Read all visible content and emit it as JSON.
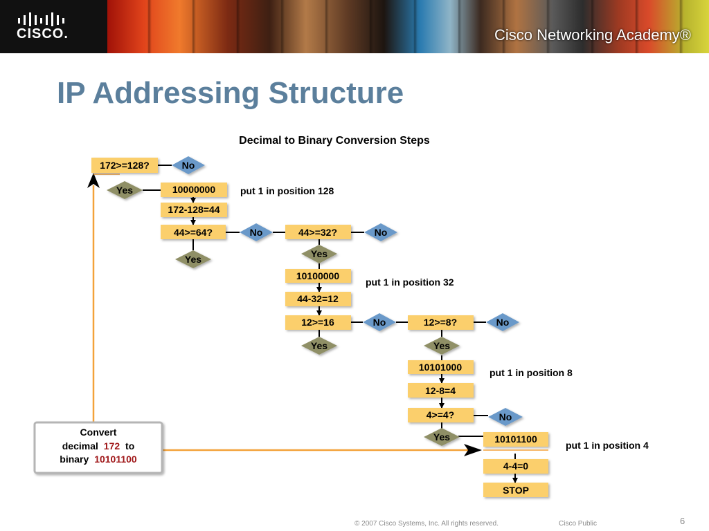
{
  "banner": {
    "logo_text": "CISCO.",
    "academy_text": "Cisco Networking Academy®"
  },
  "slide": {
    "title": "IP Addressing Structure",
    "page_number": "6"
  },
  "diagram": {
    "heading": "Decimal to Binary Conversion Steps",
    "steps": {
      "q1": "172>=128?",
      "no1": "No",
      "yes1": "Yes",
      "val1": "10000000",
      "note1": "put 1 in position 128",
      "sub1": "172-128=44",
      "q2": "44>=64?",
      "no2": "No",
      "yes2": "Yes",
      "q3": "44>=32?",
      "no3": "No",
      "yes3": "Yes",
      "val3": "10100000",
      "note3": "put 1 in position 32",
      "sub3": "44-32=12",
      "q4": "12>=16",
      "no4": "No",
      "yes4": "Yes",
      "q5": "12>=8?",
      "no5": "No",
      "yes5": "Yes",
      "val5": "10101000",
      "note5": "put 1 in position 8",
      "sub5": "12-8=4",
      "q6": "4>=4?",
      "no6": "No",
      "yes6": "Yes",
      "val6": "10101100",
      "note6": "put 1 in position 4",
      "sub6": "4-4=0",
      "stop": "STOP"
    },
    "convert": {
      "line1": "Convert",
      "line2_a": "decimal",
      "line2_num": "172",
      "line2_b": "to",
      "line3_a": "binary",
      "line3_num": "10101100"
    },
    "colors": {
      "box_fill": "#fbcf6c",
      "yes_fill": "#8f8f66",
      "no_fill": "#6a99c9",
      "arrow_orange": "#f3a23a",
      "highlight_red": "#a0181a"
    }
  },
  "footer": {
    "copyright": "© 2007 Cisco Systems, Inc. All rights reserved.",
    "classification": "Cisco Public"
  }
}
